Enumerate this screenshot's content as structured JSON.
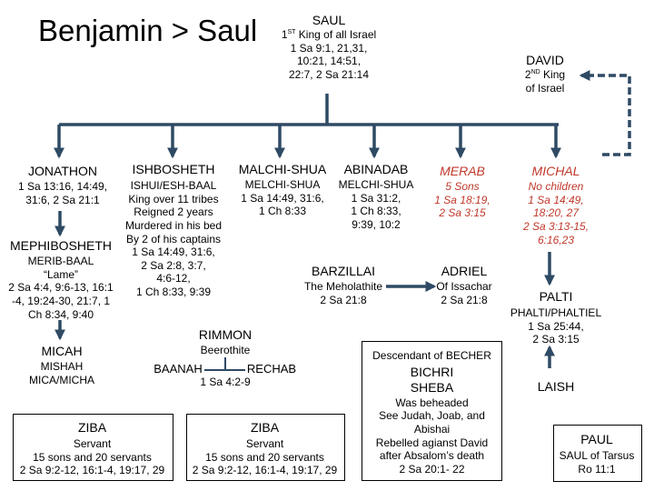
{
  "title": "Benjamin > Saul",
  "saul": {
    "name": "SAUL",
    "role_prefix": "1",
    "role_sup": "ST",
    "role_rest": " King of all Israel",
    "refs": [
      "1 Sa 9:1, 21,31,",
      "10:21, 14:51,",
      "22:7, 2 Sa 21:14"
    ]
  },
  "david": {
    "name": "DAVID",
    "role_prefix": "2",
    "role_sup": "ND",
    "role_rest": " King",
    "role_line2": "of Israel"
  },
  "jonathon": {
    "name": "JONATHON",
    "refs": [
      "1 Sa 13:16, 14:49,",
      "31:6, 2 Sa 21:1"
    ]
  },
  "ishbosheth": {
    "name": "ISHBOSHETH",
    "details": [
      "ISHUI/ESH-BAAL",
      "King over 11 tribes",
      "Reigned 2 years",
      "Murdered in his bed",
      "By 2 of his captains",
      "1 Sa 14:49, 31:6,",
      "2 Sa 2:8, 3:7,",
      "4:6-12,",
      "1 Ch 8:33, 9:39"
    ]
  },
  "malchishua": {
    "name": "MALCHI-SHUA",
    "details": [
      "MELCHI-SHUA",
      "1 Sa 14:49, 31:6,",
      "1 Ch 8:33"
    ]
  },
  "abinadab": {
    "name": "ABINADAB",
    "details": [
      "MELCHI-SHUA",
      "1 Sa 31:2,",
      "1 Ch 8:33,",
      "9:39, 10:2"
    ]
  },
  "merab": {
    "name": "MERAB",
    "details": [
      "5 Sons",
      "1 Sa 18:19,",
      "2 Sa 3:15"
    ]
  },
  "michal": {
    "name": "MICHAL",
    "details": [
      "No children",
      "1 Sa 14:49,",
      "18:20, 27",
      "2 Sa 3:13-15,",
      "6:16,23"
    ]
  },
  "mephibosheth": {
    "name": "MEPHIBOSHETH",
    "details": [
      "MERIB-BAAL",
      "“Lame”",
      "2 Sa 4:4, 9:6-13, 16:1",
      "-4, 19:24-30, 21:7, 1",
      "Ch 8:34, 9:40"
    ]
  },
  "barzillai": {
    "name": "BARZILLAI",
    "details": [
      "The Meholathite",
      "2 Sa 21:8"
    ]
  },
  "adriel": {
    "name": "ADRIEL",
    "details": [
      "Of Issachar",
      "2 Sa 21:8"
    ]
  },
  "palti": {
    "name": "PALTI",
    "details": [
      "PHALTI/PHALTIEL",
      "1 Sa 25:44,",
      "2 Sa 3:15"
    ]
  },
  "rimmon": {
    "name": "RIMMON",
    "detail": "Beerothite"
  },
  "baanah": {
    "name": "BAANAH"
  },
  "rechab": {
    "name": "RECHAB",
    "ref": "1 Sa 4:2-9"
  },
  "micah": {
    "name": "MICAH",
    "details": [
      "MISHAH",
      "MICA/MICHA"
    ]
  },
  "bichri": {
    "intro": "Descendant of BECHER",
    "name_lines": [
      "BICHRI",
      "SHEBA"
    ],
    "details": [
      "Was beheaded",
      "See Judah, Joab, and",
      "Abishai",
      "Rebelled agianst David",
      "after Absalom’s death",
      "2 Sa 20:1- 22"
    ]
  },
  "laish": {
    "name": "LAISH"
  },
  "ziba1": {
    "name": "ZIBA",
    "details": [
      "Servant",
      "15 sons and 20 servants",
      "2 Sa 9:2-12, 16:1-4, 19:17, 29"
    ]
  },
  "ziba2": {
    "name": "ZIBA",
    "details": [
      "Servant",
      "15 sons and 20 servants",
      "2 Sa 9:2-12, 16:1-4, 19:17, 29"
    ]
  },
  "paul": {
    "name": "PAUL",
    "details": [
      "SAUL of Tarsus",
      "Ro 11:1"
    ]
  },
  "colors": {
    "line": "#2e4a64",
    "female_text": "#c0392b"
  }
}
